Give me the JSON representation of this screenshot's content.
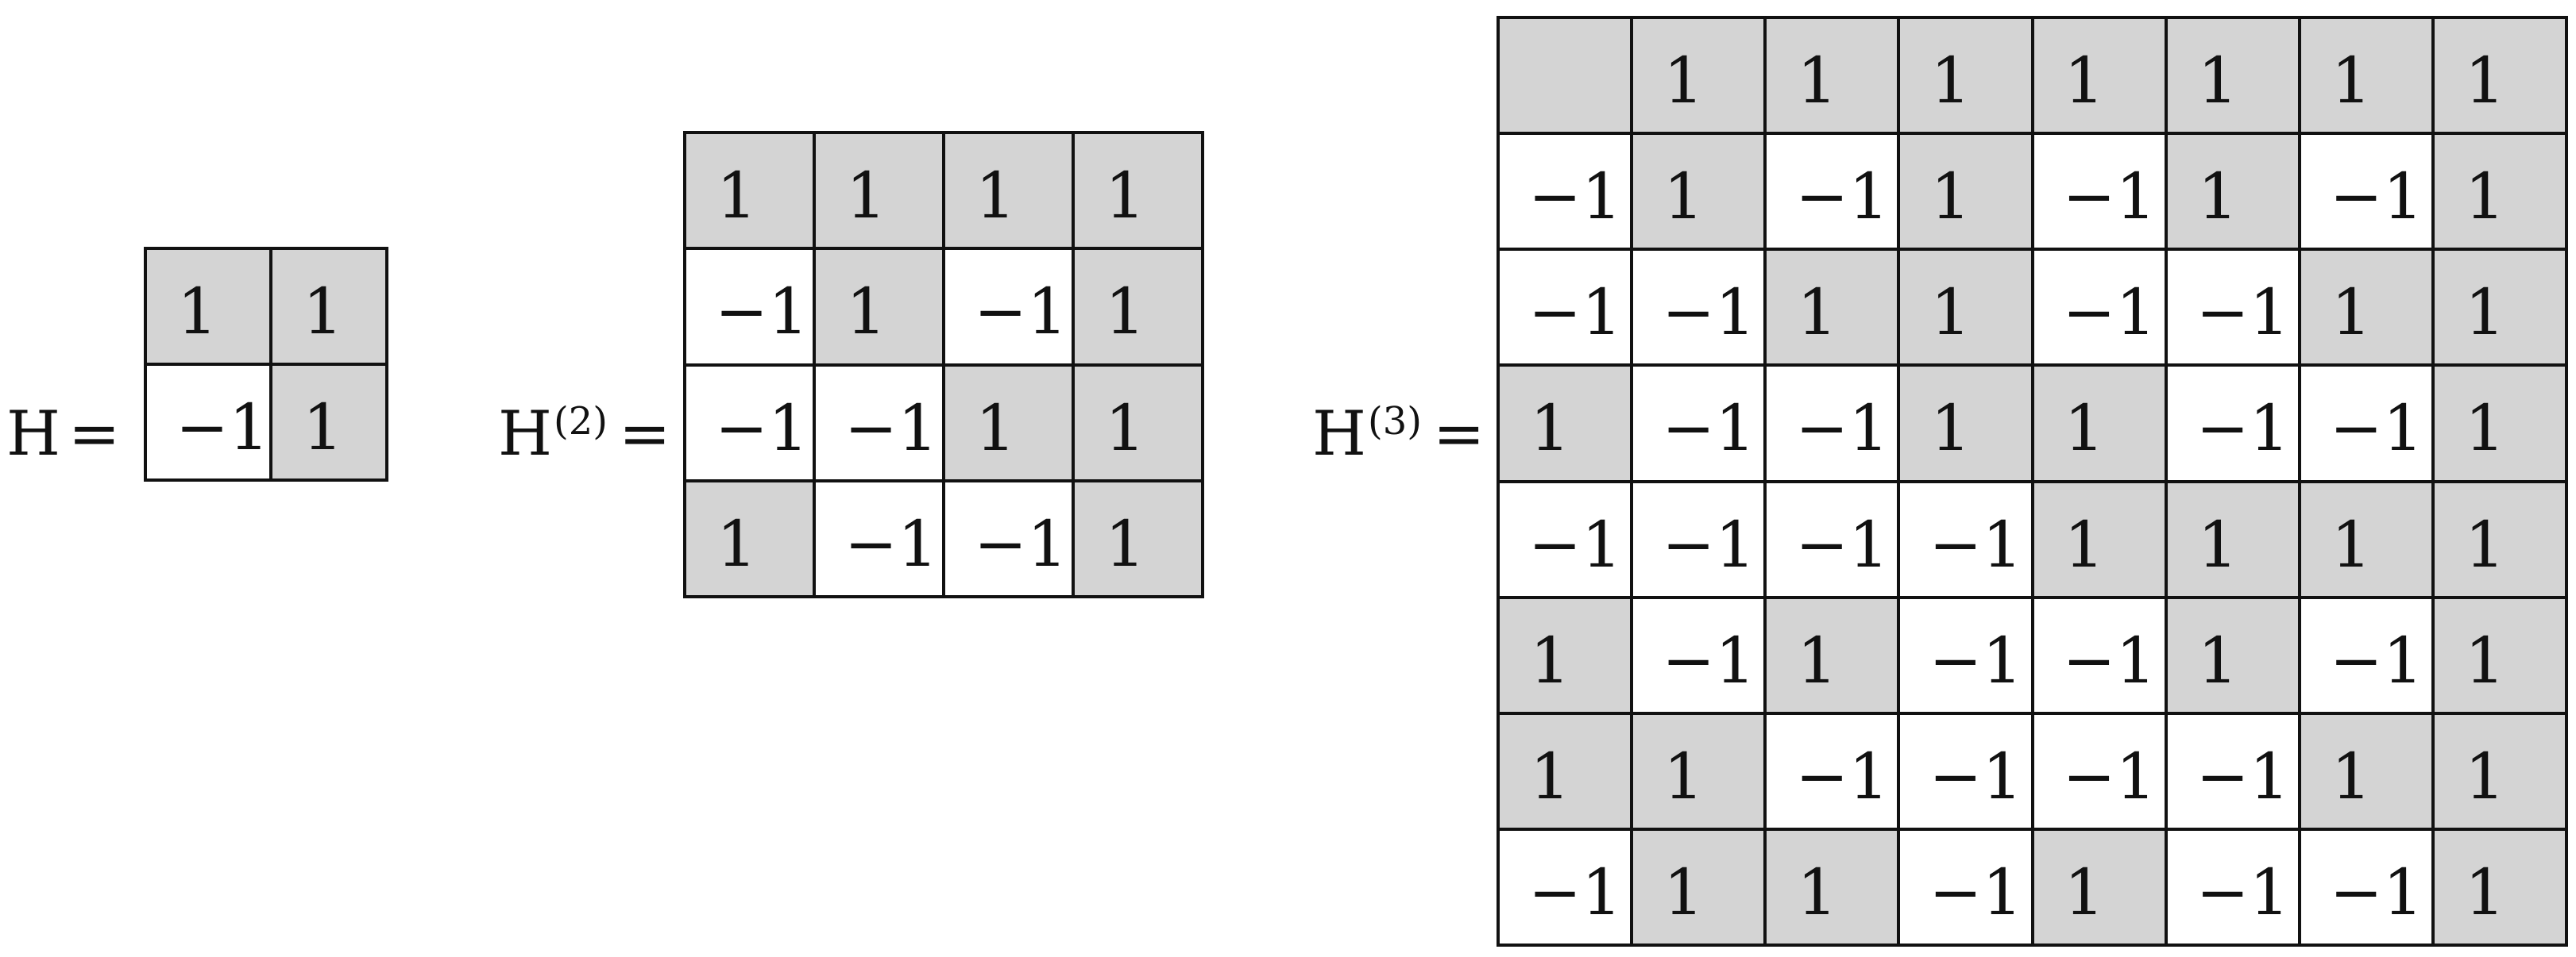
{
  "shade_color": "#d4d4d4",
  "line_color": "#111111",
  "matrices": [
    {
      "label": "H",
      "superscript": "",
      "equals": "=",
      "rows": [
        [
          "1",
          "1"
        ],
        [
          "−1",
          "1"
        ]
      ],
      "shaded": [
        [
          true,
          true
        ],
        [
          false,
          true
        ]
      ]
    },
    {
      "label": "H",
      "superscript": "(2)",
      "equals": "=",
      "rows": [
        [
          "1",
          "1",
          "1",
          "1"
        ],
        [
          "−1",
          "1",
          "−1",
          "1"
        ],
        [
          "−1",
          "−1",
          "1",
          "1"
        ],
        [
          "1",
          "−1",
          "−1",
          "1"
        ]
      ],
      "shaded": [
        [
          true,
          true,
          true,
          true
        ],
        [
          false,
          true,
          false,
          true
        ],
        [
          false,
          false,
          true,
          true
        ],
        [
          true,
          false,
          false,
          true
        ]
      ]
    },
    {
      "label": "H",
      "superscript": "(3)",
      "equals": "=",
      "rows": [
        [
          "",
          "1",
          "1",
          "1",
          "1",
          "1",
          "1",
          "1"
        ],
        [
          "−1",
          "1",
          "−1",
          "1",
          "−1",
          "1",
          "−1",
          "1"
        ],
        [
          "−1",
          "−1",
          "1",
          "1",
          "−1",
          "−1",
          "1",
          "1"
        ],
        [
          "1",
          "−1",
          "−1",
          "1",
          "1",
          "−1",
          "−1",
          "1"
        ],
        [
          "−1",
          "−1",
          "−1",
          "−1",
          "1",
          "1",
          "1",
          "1"
        ],
        [
          "1",
          "−1",
          "1",
          "−1",
          "−1",
          "1",
          "−1",
          "1"
        ],
        [
          "1",
          "1",
          "−1",
          "−1",
          "−1",
          "−1",
          "1",
          "1"
        ],
        [
          "−1",
          "1",
          "1",
          "−1",
          "1",
          "−1",
          "−1",
          "1"
        ]
      ],
      "shaded": [
        [
          true,
          true,
          true,
          true,
          true,
          true,
          true,
          true
        ],
        [
          false,
          true,
          false,
          true,
          false,
          true,
          false,
          true
        ],
        [
          false,
          false,
          true,
          true,
          false,
          false,
          true,
          true
        ],
        [
          true,
          false,
          false,
          true,
          true,
          false,
          false,
          true
        ],
        [
          false,
          false,
          false,
          false,
          true,
          true,
          true,
          true
        ],
        [
          true,
          false,
          true,
          false,
          false,
          true,
          false,
          true
        ],
        [
          true,
          true,
          false,
          false,
          false,
          false,
          true,
          true
        ],
        [
          false,
          true,
          true,
          false,
          true,
          false,
          false,
          true
        ]
      ]
    }
  ]
}
